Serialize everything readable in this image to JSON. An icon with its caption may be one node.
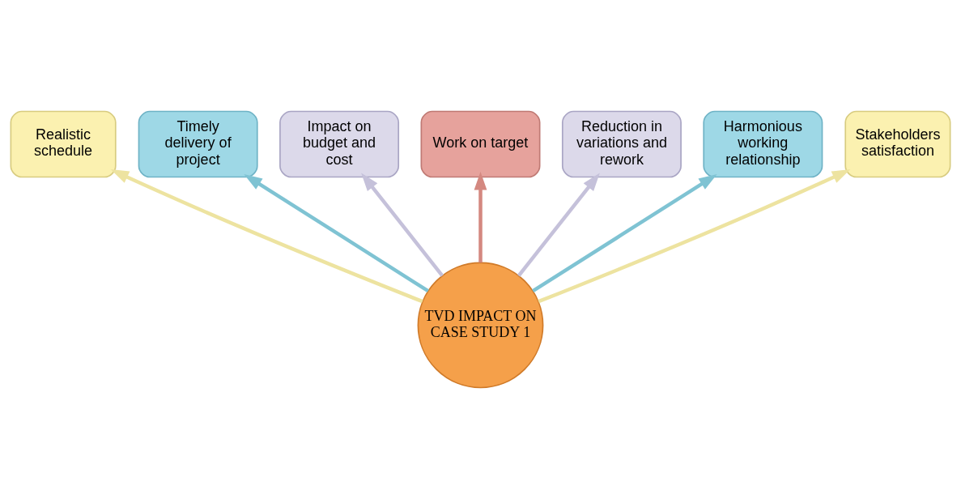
{
  "diagram": {
    "nodes": [
      {
        "text": [
          "Realistic schedule"
        ]
      },
      {
        "text": [
          "Timely delivery of project"
        ]
      },
      {
        "text": [
          "Impact on budget and cost"
        ]
      },
      {
        "text": [
          "Work on target"
        ]
      },
      {
        "text": [
          "Reduction in variations and rework"
        ]
      },
      {
        "text": [
          "Harmonious working relationship"
        ]
      },
      {
        "text": [
          "Stakeholders satisfaction"
        ]
      },
      {
        "text": [
          "TVD IMPACT ON CASE STUDY 1"
        ]
      }
    ],
    "edges": [
      {
        "from": 7,
        "to": 0,
        "arrow": "to",
        "color": "#ede3a0"
      },
      {
        "from": 7,
        "to": 1,
        "arrow": "to",
        "color": "#7fc3d3"
      },
      {
        "from": 7,
        "to": 2,
        "arrow": "to",
        "color": "#c5c1da"
      },
      {
        "from": 7,
        "to": 3,
        "arrow": "to",
        "color": "#d48880"
      },
      {
        "from": 7,
        "to": 4,
        "arrow": "to",
        "color": "#c5c1da"
      },
      {
        "from": 7,
        "to": 5,
        "arrow": "to",
        "color": "#7fc3d3"
      },
      {
        "from": 7,
        "to": 6,
        "arrow": "to",
        "color": "#ede3a0"
      }
    ]
  }
}
